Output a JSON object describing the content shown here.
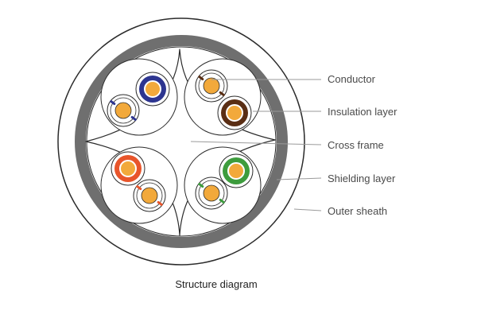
{
  "caption": "Structure diagram",
  "labels": {
    "conductor": "Conductor",
    "insulation": "Insulation layer",
    "cross_frame": "Cross frame",
    "shielding": "Shielding layer",
    "outer_sheath": "Outer sheath"
  },
  "colors": {
    "outline": "#2b2b2b",
    "shield": "#6f6f6f",
    "conductor": "#f2a93b",
    "leader": "#9a9a9a",
    "pairs": [
      {
        "solid": "#2d3590",
        "stripe": "#2d3590"
      },
      {
        "solid": "#5a2e14",
        "stripe": "#5a2e14"
      },
      {
        "solid": "#e8552b",
        "stripe": "#e8552b"
      },
      {
        "solid": "#3d9c3d",
        "stripe": "#3d9c3d"
      }
    ]
  }
}
